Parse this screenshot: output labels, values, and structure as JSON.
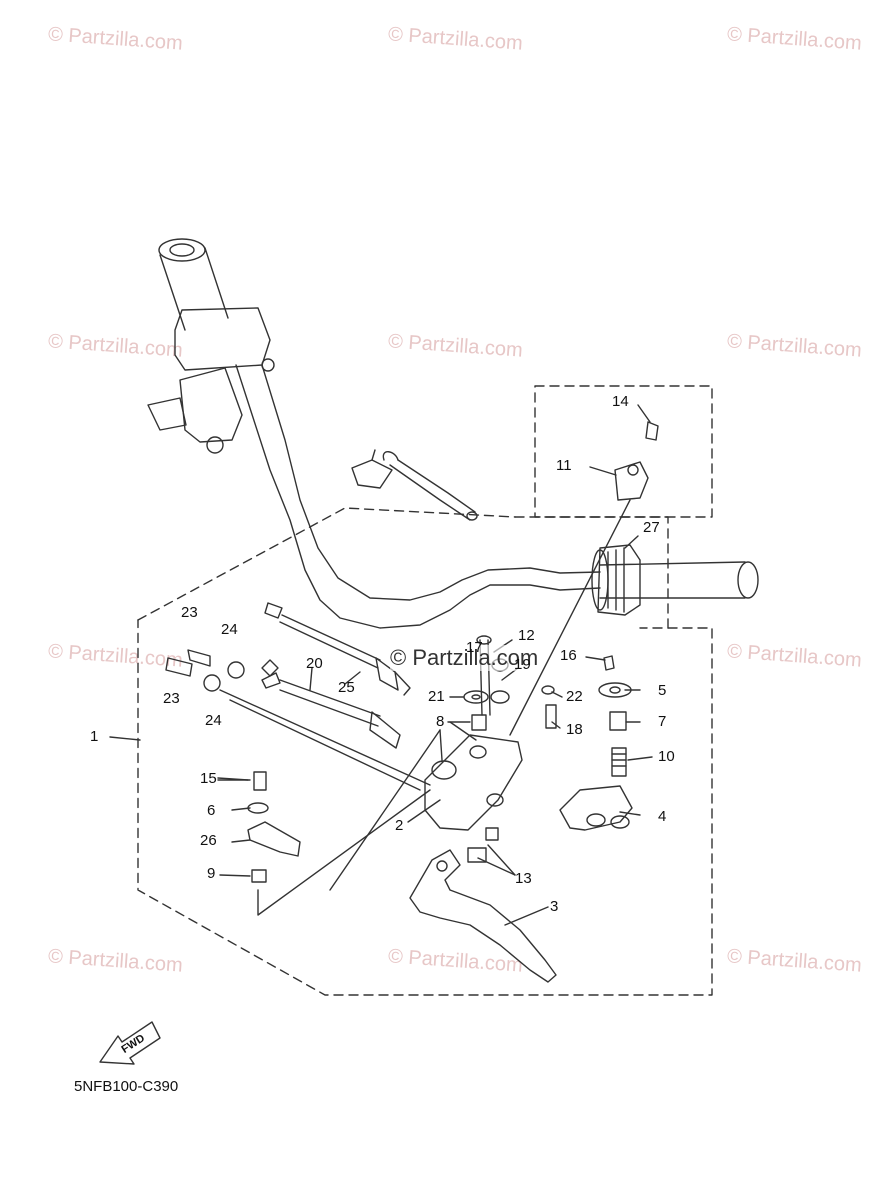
{
  "watermark": {
    "text": "© Partzilla.com",
    "center_text": "© Partzilla.com"
  },
  "diagram_code": "5NFB100-C390",
  "fwd_badge": "FWD",
  "callouts": {
    "c1": "1",
    "c2": "2",
    "c3": "3",
    "c4": "4",
    "c5": "5",
    "c6": "6",
    "c7": "7",
    "c8": "8",
    "c9": "9",
    "c10": "10",
    "c11": "11",
    "c12": "12",
    "c13": "13",
    "c14": "14",
    "c15": "15",
    "c16": "16",
    "c17": "17",
    "c18": "18",
    "c19": "19",
    "c20": "20",
    "c21": "21",
    "c22": "22",
    "c23a": "23",
    "c23b": "23",
    "c24a": "24",
    "c24b": "24",
    "c25": "25",
    "c26": "26",
    "c27": "27"
  },
  "colors": {
    "line": "#333333",
    "watermark": "#e7c7c7",
    "background": "#ffffff"
  }
}
